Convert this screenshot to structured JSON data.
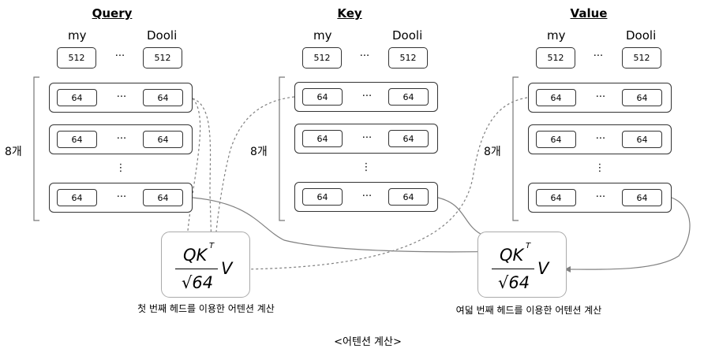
{
  "groups": [
    {
      "title": "Query",
      "word_first": "my",
      "word_last": "Dooli",
      "embed_value": "512",
      "count_label": "8개"
    },
    {
      "title": "Key",
      "word_first": "my",
      "word_last": "Dooli",
      "embed_value": "512",
      "count_label": "8개"
    },
    {
      "title": "Value",
      "word_first": "my",
      "word_last": "Dooli",
      "embed_value": "512",
      "count_label": "8개"
    }
  ],
  "head_value": "64",
  "ellipsis": "···",
  "vertical_ellipsis": "⋮",
  "formulas": [
    {
      "numerator": "QK",
      "superscript": "T",
      "denominator": "√64",
      "multiplier": "V",
      "caption": "첫 번째 헤드를 이용한 어텐션 계산"
    },
    {
      "numerator": "QK",
      "superscript": "T",
      "denominator": "√64",
      "multiplier": "V",
      "caption": "여덟 번째 헤드를 이용한 어텐션 계산"
    }
  ],
  "footer_caption": "<어텐션 계산>",
  "colors": {
    "box_border": "#333333",
    "formula_border": "#aaaaaa",
    "arrow": "#808080"
  }
}
